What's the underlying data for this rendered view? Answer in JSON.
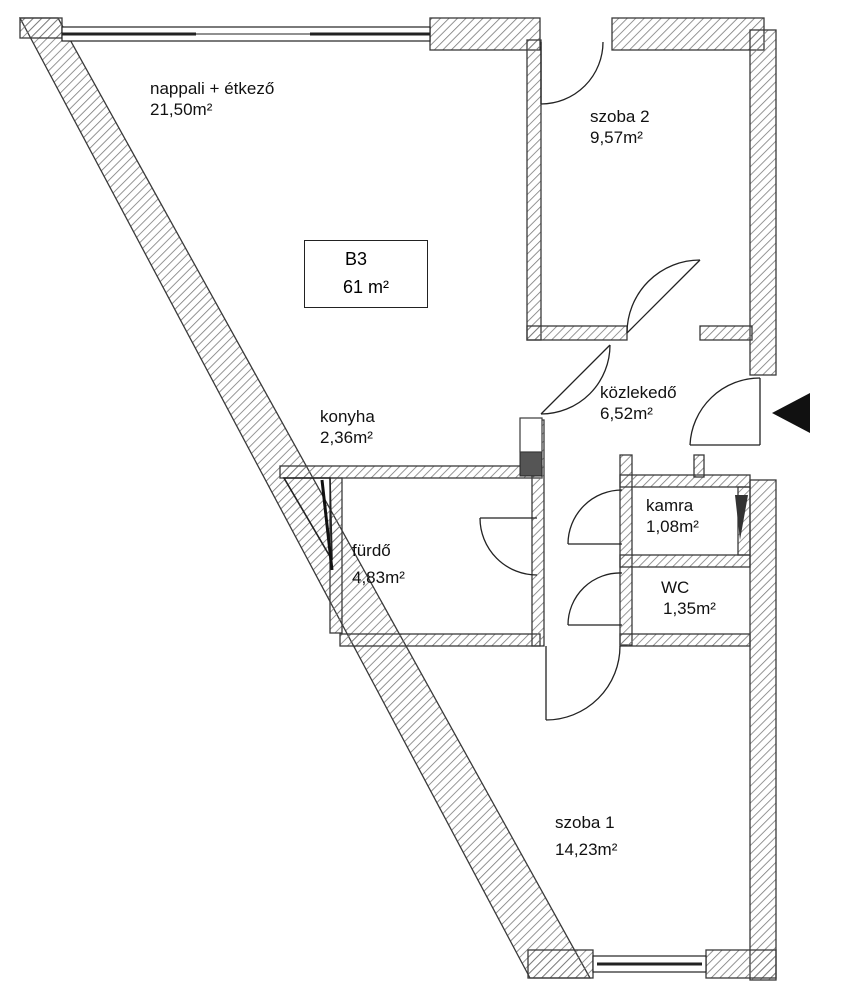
{
  "apartment": {
    "code": "B3",
    "total_area": "61 m²"
  },
  "rooms": [
    {
      "name": "nappali + étkező",
      "area": "21,50m²"
    },
    {
      "name": "szoba 2",
      "area": "9,57m²"
    },
    {
      "name": "közlekedő",
      "area": "6,52m²"
    },
    {
      "name": "konyha",
      "area": "2,36m²"
    },
    {
      "name": "fürdő",
      "area": "4,83m²"
    },
    {
      "name": "kamra",
      "area": "1,08m²"
    },
    {
      "name": "WC",
      "area": "1,35m²"
    },
    {
      "name": "szoba 1",
      "area": "14,23m²"
    }
  ],
  "colors": {
    "wall_outline": "#3a3a3a",
    "hatch": "#7a7a7a",
    "text": "#111111"
  }
}
